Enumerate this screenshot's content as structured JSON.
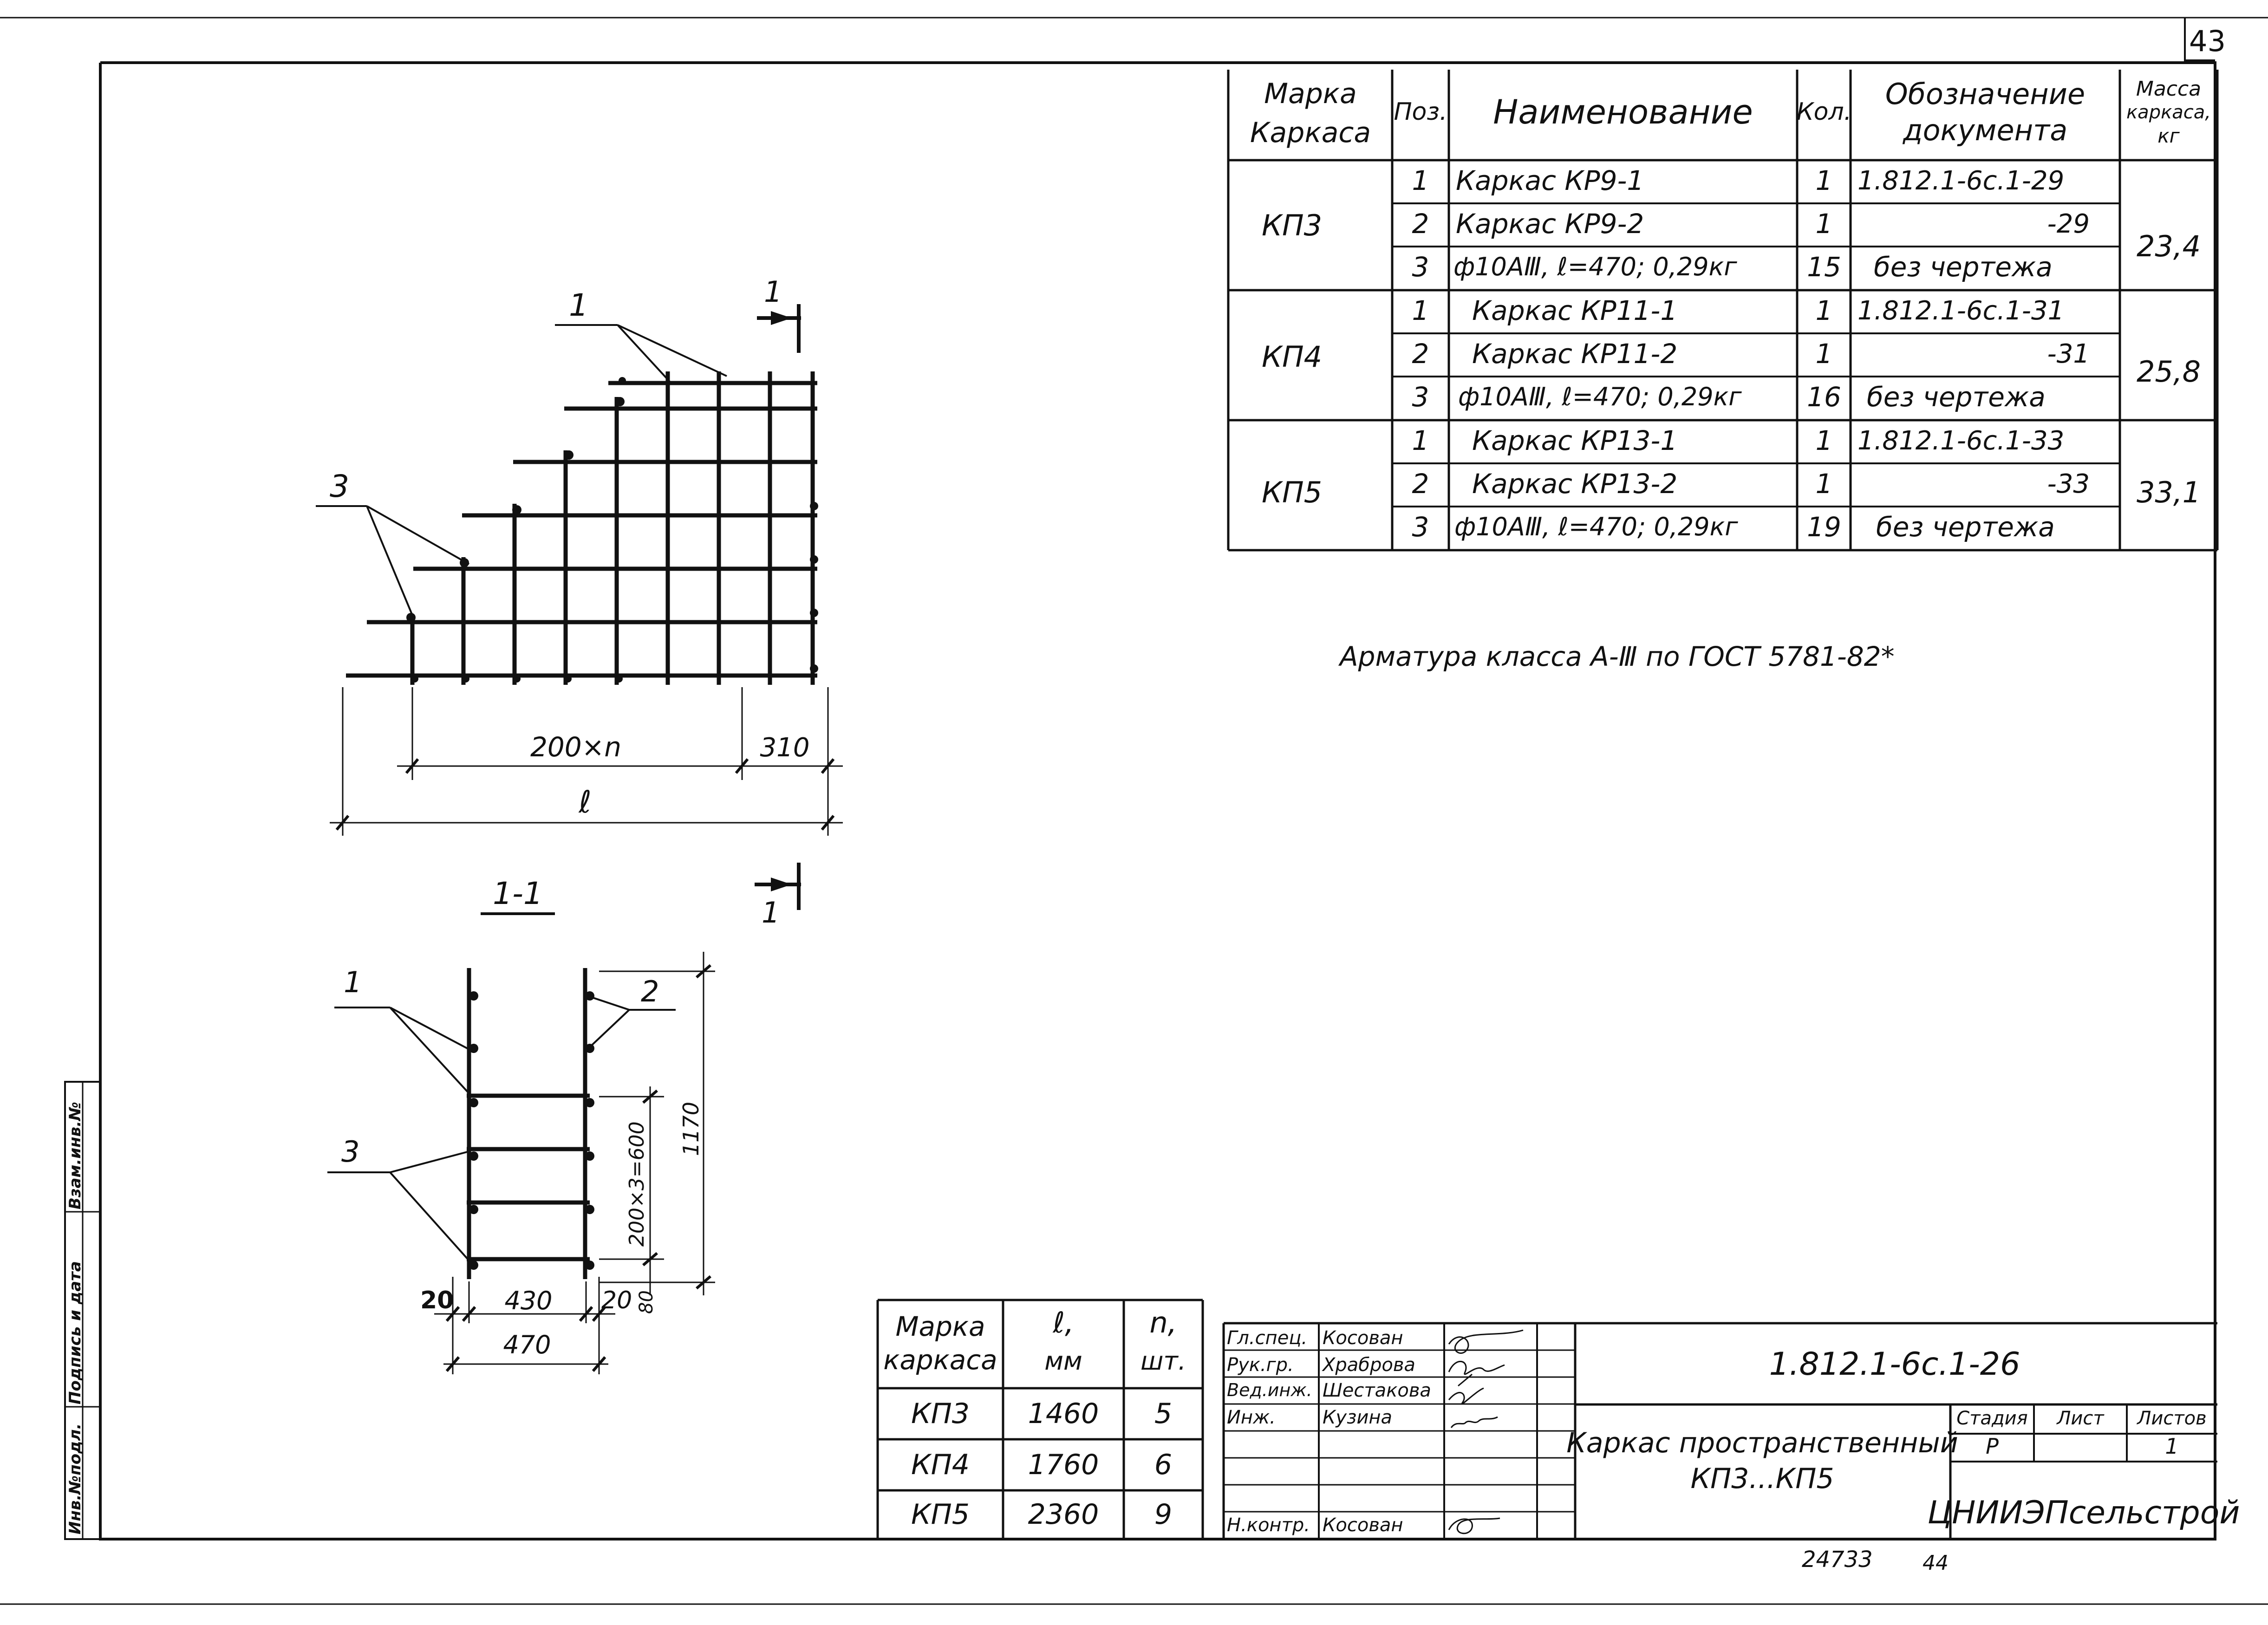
{
  "page_number": "43",
  "spec_table": {
    "headers": {
      "mark": [
        "Марка",
        "Каркаса"
      ],
      "pos": "Поз.",
      "name": "Наименование",
      "qty": "Кол.",
      "doc": [
        "Обозначение",
        "документа"
      ],
      "mass": [
        "Масса",
        "каркаса,",
        "кг"
      ]
    },
    "groups": [
      {
        "mark": "КП3",
        "mass": "23,4",
        "rows": [
          {
            "pos": "1",
            "name": "Каркас КР9-1",
            "qty": "1",
            "doc": "1.812.1-6с.1-29"
          },
          {
            "pos": "2",
            "name": "Каркас КР9-2",
            "qty": "1",
            "doc": "-29"
          },
          {
            "pos": "3",
            "name": "ф10АⅢ, ℓ=470; 0,29кг",
            "qty": "15",
            "doc": "без чертежа"
          }
        ]
      },
      {
        "mark": "КП4",
        "mass": "25,8",
        "rows": [
          {
            "pos": "1",
            "name": "Каркас КР11-1",
            "qty": "1",
            "doc": "1.812.1-6с.1-31"
          },
          {
            "pos": "2",
            "name": "Каркас КР11-2",
            "qty": "1",
            "doc": "-31"
          },
          {
            "pos": "3",
            "name": "ф10АⅢ, ℓ=470; 0,29кг",
            "qty": "16",
            "doc": "без чертежа"
          }
        ]
      },
      {
        "mark": "КП5",
        "mass": "33,1",
        "rows": [
          {
            "pos": "1",
            "name": "Каркас КР13-1",
            "qty": "1",
            "doc": "1.812.1-6с.1-33"
          },
          {
            "pos": "2",
            "name": "Каркас КР13-2",
            "qty": "1",
            "doc": "-33"
          },
          {
            "pos": "3",
            "name": "ф10АⅢ, ℓ=470; 0,29кг",
            "qty": "19",
            "doc": "без чертежа"
          }
        ]
      }
    ]
  },
  "note": "Арматура класса А-Ⅲ по ГОСТ 5781-82*",
  "drawing": {
    "section_mark": "1",
    "section_title": "1-1",
    "pos_labels": [
      "1",
      "2",
      "3"
    ],
    "dim_200n": "200×n",
    "dim_310": "310",
    "dim_l": "ℓ",
    "dim_20": "20",
    "dim_430": "430",
    "dim_470": "470",
    "dim_80": "80",
    "dim_600": "200×3=600",
    "dim_1170": "1170"
  },
  "length_table": {
    "headers": {
      "mark": [
        "Марка",
        "каркаса"
      ],
      "l": [
        "ℓ,",
        "мм"
      ],
      "n": [
        "n,",
        "шт."
      ]
    },
    "rows": [
      {
        "mark": "КП3",
        "l": "1460",
        "n": "5"
      },
      {
        "mark": "КП4",
        "l": "1760",
        "n": "6"
      },
      {
        "mark": "КП5",
        "l": "2360",
        "n": "9"
      }
    ]
  },
  "title_block": {
    "roles": [
      {
        "role": "Гл.спец.",
        "name": "Косован"
      },
      {
        "role": "Рук.гр.",
        "name": "Храброва"
      },
      {
        "role": "Вед.инж.",
        "name": "Шестакова"
      },
      {
        "role": "Инж.",
        "name": "Кузина"
      },
      {
        "role": "Н.контр.",
        "name": "Косован"
      }
    ],
    "designation": "1.812.1-6с.1-26",
    "title_line1": "Каркас пространственный",
    "title_line2": "КП3...КП5",
    "stage_label": "Стадия",
    "sheet_label": "Лист",
    "sheets_label": "Листов",
    "stage": "Р",
    "sheets": "1",
    "org": "ЦНИИЭПсельстрой"
  },
  "side_stamp": {
    "inv_no": "Инв.№подл.",
    "sign_date": "Подпись и дата",
    "replace": "Взам.инв.№"
  },
  "footer": {
    "archive_no": "24733",
    "sheet_no": "44"
  }
}
